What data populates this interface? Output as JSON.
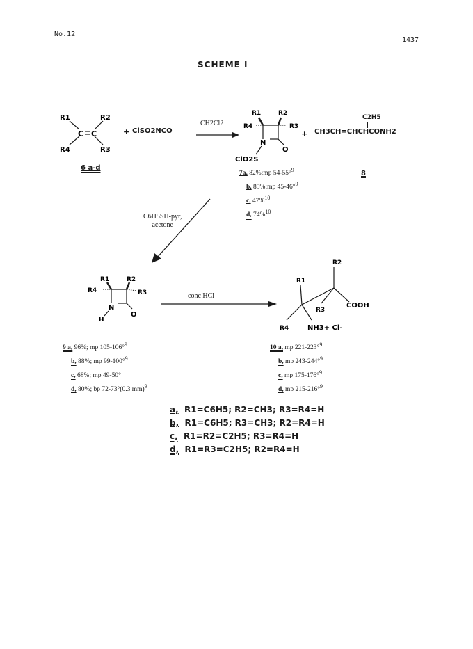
{
  "header": {
    "left": "No.12",
    "right": "1437"
  },
  "scheme_title": "SCHEME I",
  "reaction1": {
    "plus1": "+",
    "reagent": "ClSO2NCO",
    "solvent": "CH2Cl2",
    "plus2": "+",
    "side_product": "CH3CH=CHCHCONH2",
    "side_substituent": "C2H5",
    "start_label": "6 a-d",
    "product_label": "8"
  },
  "structures": {
    "R1": "R1",
    "R2": "R2",
    "R3": "R3",
    "R4": "R4",
    "N": "N",
    "O": "O",
    "H": "H",
    "ClO2S": "ClO2S",
    "COOH": "COOH",
    "NH3Cl": "NH3+ Cl-"
  },
  "yields7": [
    {
      "label": "7a,",
      "text": "82%;mp 54-55°",
      "ref": "9"
    },
    {
      "label": "b,",
      "text": "85%;mp 45-46°",
      "ref": "9"
    },
    {
      "label": "c,",
      "text": "47%",
      "ref": "10"
    },
    {
      "label": "d,",
      "text": "74%",
      "ref": "10"
    }
  ],
  "reaction2": {
    "reagent_line1": "C6H5SH-pyr,",
    "reagent_line2": "acetone"
  },
  "reaction3": {
    "reagent": "conc HCl"
  },
  "yields9": [
    {
      "label": "9 a,",
      "text": "96%; mp 105-106°",
      "ref": "9"
    },
    {
      "label": "b,",
      "text": "88%; mp 99-100°",
      "ref": "9"
    },
    {
      "label": "c,",
      "text": "68%; mp 49-50°",
      "ref": ""
    },
    {
      "label": "d,",
      "text": "80%; bp 72-73°(0.3 mm)",
      "ref": "9"
    }
  ],
  "yields10": [
    {
      "label": "10 a,",
      "text": "mp 221-223°",
      "ref": "9"
    },
    {
      "label": "b,",
      "text": "mp 243-244°",
      "ref": "9"
    },
    {
      "label": "c,",
      "text": "mp 175-176°",
      "ref": "9"
    },
    {
      "label": "d,",
      "text": "mp 215-216°",
      "ref": "9"
    }
  ],
  "definitions": [
    {
      "label": "a,",
      "text": "R1=C6H5; R2=CH3; R3=R4=H"
    },
    {
      "label": "b,",
      "text": "R1=C6H5; R3=CH3; R2=R4=H"
    },
    {
      "label": "c,",
      "text": "R1=R2=C2H5; R3=R4=H"
    },
    {
      "label": "d,",
      "text": "R1=R3=C2H5; R2=R4=H"
    }
  ]
}
